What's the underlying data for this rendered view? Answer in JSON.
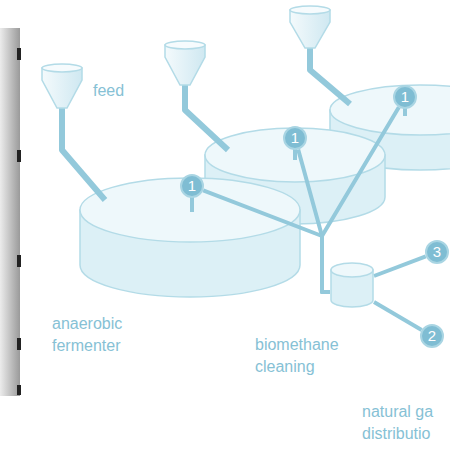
{
  "diagram": {
    "nodes": [
      {
        "text": [
          "1"
        ]
      },
      {
        "text": [
          "1"
        ]
      },
      {
        "text": [
          "1"
        ]
      },
      {
        "text": [
          "3"
        ]
      },
      {
        "text": [
          "biomethane cleaning"
        ]
      },
      {
        "text": [
          "2"
        ]
      }
    ],
    "edges": [
      {
        "from": 0,
        "to": 4,
        "arrow": "none"
      },
      {
        "from": 1,
        "to": 4,
        "arrow": "none"
      },
      {
        "from": 2,
        "to": 4,
        "arrow": "none"
      },
      {
        "from": 4,
        "to": 3,
        "arrow": "none"
      },
      {
        "from": 4,
        "to": 5,
        "arrow": "none"
      }
    ],
    "labels": [
      "feed",
      "anaerobic fermenter",
      "natural ga distributio"
    ]
  }
}
